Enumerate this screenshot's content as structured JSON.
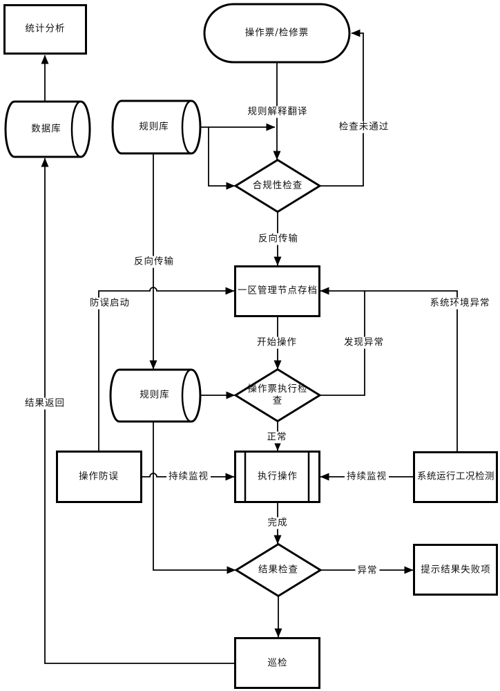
{
  "diagram": {
    "type": "flowchart",
    "colors": {
      "line": "#000000",
      "background": "#ffffff",
      "text": "#111111"
    },
    "nodes": {
      "stat": {
        "label": "统计分析",
        "shape": "rectangle"
      },
      "db": {
        "label": "数据库",
        "shape": "horizontal-cylinder"
      },
      "rule1": {
        "label": "规则库",
        "shape": "horizontal-cylinder"
      },
      "ticket": {
        "label": "操作票/检修票",
        "shape": "terminator"
      },
      "check1": {
        "label": "合规性检查",
        "shape": "diamond"
      },
      "archive": {
        "label": "一区管理节点存档",
        "shape": "rectangle"
      },
      "rule2": {
        "label": "规则库",
        "shape": "horizontal-cylinder"
      },
      "check2": {
        "label": "操作票执行检查",
        "shape": "diamond"
      },
      "exec": {
        "label": "执行操作",
        "shape": "predefined-process"
      },
      "antierror": {
        "label": "操作防误",
        "shape": "rectangle"
      },
      "syscond": {
        "label": "系统运行工况检测",
        "shape": "rectangle"
      },
      "check3": {
        "label": "结果检查",
        "shape": "diamond"
      },
      "fail": {
        "label": "提示结果失败项",
        "shape": "rectangle"
      },
      "patrol": {
        "label": "巡检",
        "shape": "rectangle"
      }
    },
    "edge_labels": {
      "rule_interpret": "规则解释翻译",
      "check_not_passed": "检查未通过",
      "reverse_center": "反向传输",
      "reverse_left": "反向传输",
      "antierror_start": "防误启动",
      "sys_env_abnormal": "系统环境异常",
      "start_operation": "开始操作",
      "found_abnormal": "发现异常",
      "normal": "正常",
      "monitor_left": "持续监视",
      "monitor_right": "持续监视",
      "complete": "完成",
      "abnormal": "异常",
      "result_return": "结果返回"
    },
    "edges": [
      {
        "from": "db",
        "to": "stat",
        "label": ""
      },
      {
        "from": "patrol",
        "to": "db",
        "label": "结果返回"
      },
      {
        "from": "ticket",
        "to": "check1",
        "label": "规则解释翻译"
      },
      {
        "from": "rule1",
        "to": "check1",
        "label": ""
      },
      {
        "from": "check1",
        "to": "ticket",
        "label": "检查未通过"
      },
      {
        "from": "check1",
        "to": "archive",
        "label": "反向传输"
      },
      {
        "from": "rule1",
        "to": "rule2",
        "label": "反向传输"
      },
      {
        "from": "antierror",
        "to": "archive",
        "label": "防误启动"
      },
      {
        "from": "syscond",
        "to": "archive",
        "label": "系统环境异常"
      },
      {
        "from": "check2",
        "to": "archive",
        "label": "发现异常"
      },
      {
        "from": "archive",
        "to": "check2",
        "label": "开始操作"
      },
      {
        "from": "rule2",
        "to": "check2",
        "label": ""
      },
      {
        "from": "check2",
        "to": "exec",
        "label": "正常"
      },
      {
        "from": "antierror",
        "to": "exec",
        "label": "持续监视"
      },
      {
        "from": "syscond",
        "to": "exec",
        "label": "持续监视"
      },
      {
        "from": "exec",
        "to": "check3",
        "label": "完成"
      },
      {
        "from": "rule2",
        "to": "check3",
        "label": ""
      },
      {
        "from": "check3",
        "to": "fail",
        "label": "异常"
      },
      {
        "from": "check3",
        "to": "patrol",
        "label": ""
      }
    ]
  }
}
